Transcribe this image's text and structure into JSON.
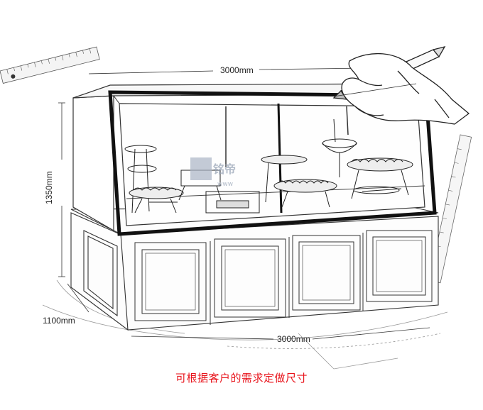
{
  "dimensions": {
    "top_width": "3000mm",
    "bottom_width": "3000mm",
    "height": "1350mm",
    "depth": "1100mm"
  },
  "caption": "可根据客户的需求定做尺寸",
  "watermark": {
    "text": "铭帝",
    "sub": "www"
  }
}
